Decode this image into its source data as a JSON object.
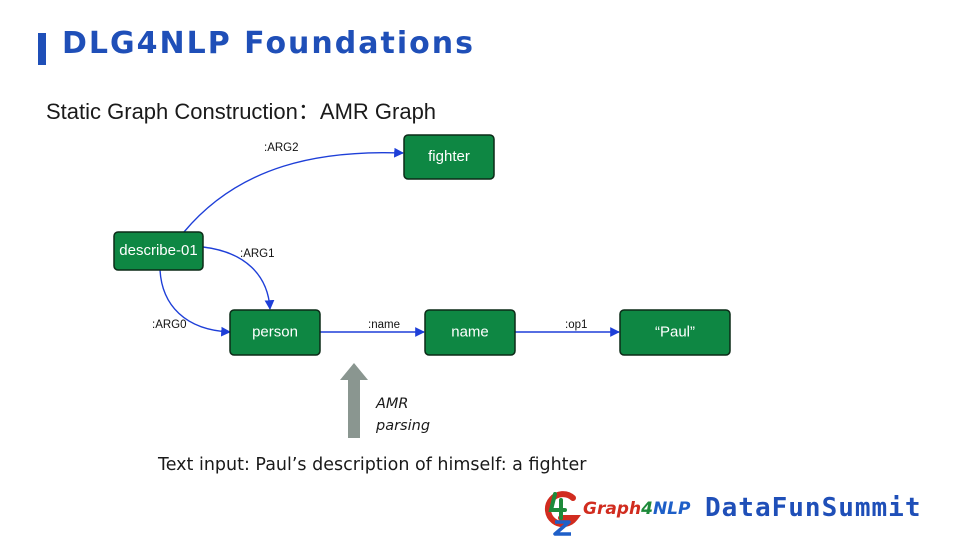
{
  "slide": {
    "title": "DLG4NLP Foundations",
    "subtitle": "Static Graph Construction：AMR Graph",
    "text_input": "Text input: Paul’s description of himself: a fighter"
  },
  "diagram": {
    "nodes": {
      "describe": "describe-01",
      "fighter": "fighter",
      "person": "person",
      "name": "name",
      "paul": "“Paul”"
    },
    "edges": {
      "arg2": ":ARG2",
      "arg1": ":ARG1",
      "arg0": ":ARG0",
      "name": ":name",
      "op1": ":op1"
    },
    "parsing": {
      "line1": "AMR",
      "line2": "parsing"
    }
  },
  "footer": {
    "logo_prefix": "Graph",
    "logo_number": "4",
    "logo_suffix": "NLP",
    "brand": "DataFunSummit"
  },
  "colors": {
    "title": "#1f4fb8",
    "node_fill": "#0e8743",
    "edge": "#1e3fd8",
    "arrow_gray": "#8a9690"
  }
}
